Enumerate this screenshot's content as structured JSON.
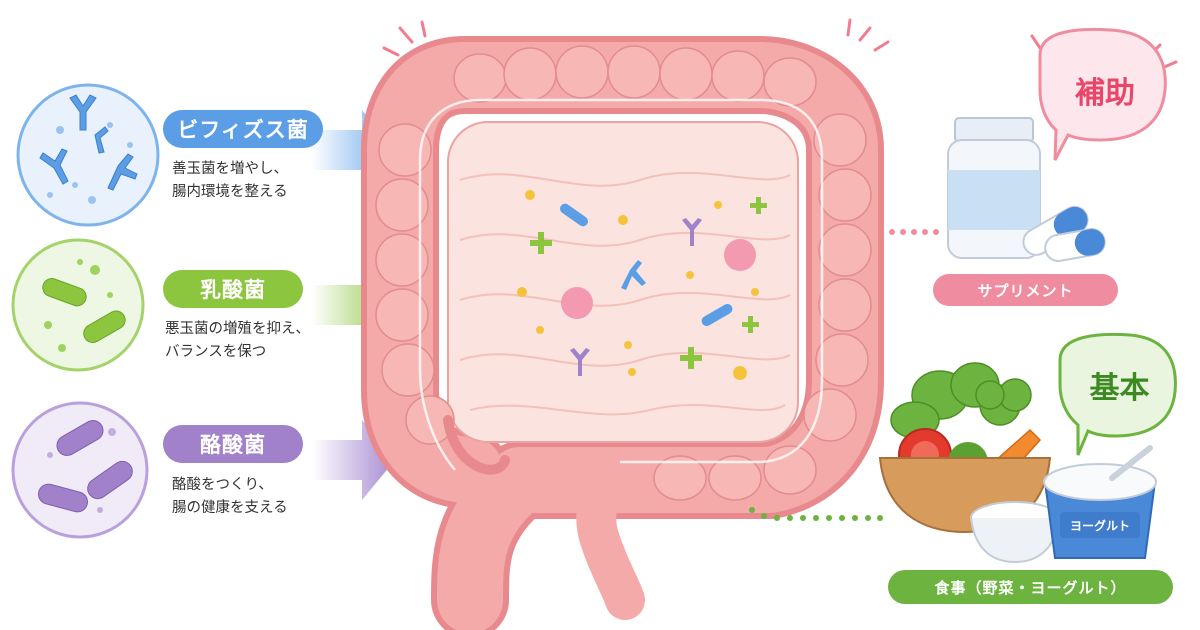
{
  "bacteria": [
    {
      "name": "ビフィズス菌",
      "description": "善玉菌を増やし、\n腸内環境を整える",
      "color": "#5b9ee6",
      "light": "#e8f1fc",
      "arrow": "#6aa8ec"
    },
    {
      "name": "乳酸菌",
      "description": "悪玉菌の増殖を抑え、\nバランスを保つ",
      "color": "#8cc63f",
      "light": "#eef7e3",
      "arrow": "#93c94b"
    },
    {
      "name": "酪酸菌",
      "description": "酪酸をつくり、\n腸の健康を支える",
      "color": "#a181c9",
      "light": "#f1ebf8",
      "arrow": "#a68bd1"
    }
  ],
  "supplement": {
    "bubble": "補助",
    "label": "サプリメント",
    "color": "#f08ca0",
    "bubble_text_color": "#e8476a"
  },
  "food": {
    "bubble": "基本",
    "label": "食事（野菜・ヨーグルト）",
    "yogurt_label": "ヨーグルト",
    "color": "#6cb33f",
    "bubble_text_color": "#3e8a22"
  },
  "colors": {
    "intestine": "#f2a0a0",
    "intestine_dark": "#e07e80",
    "intestine_inner": "#fbe3df",
    "pill_blue": "#4a88d8"
  }
}
